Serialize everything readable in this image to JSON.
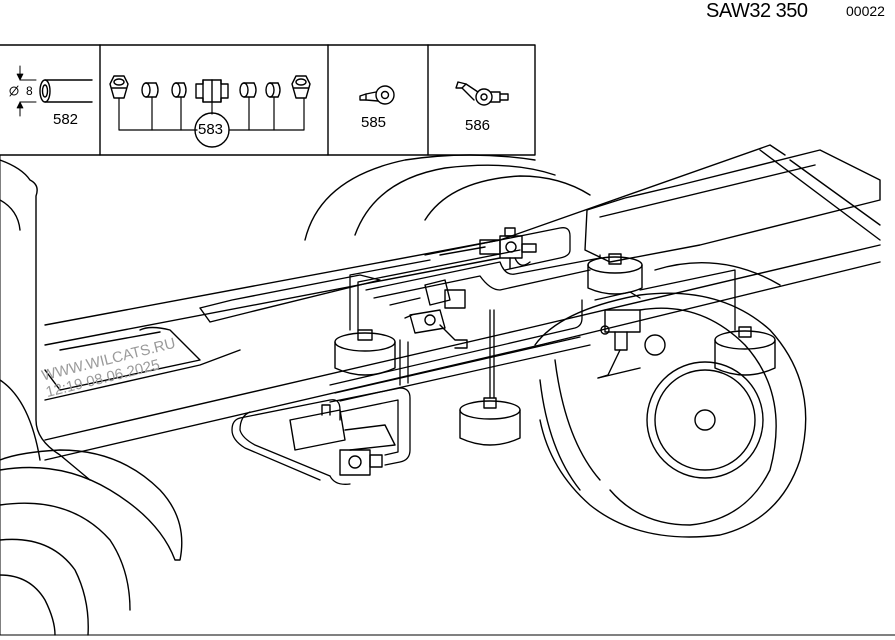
{
  "header": {
    "drawing_code": "SAW32 350",
    "page_number": "00022"
  },
  "parts": [
    {
      "id": "582",
      "dimension": "8"
    },
    {
      "id": "583"
    },
    {
      "id": "585"
    },
    {
      "id": "586"
    }
  ],
  "watermark": {
    "line1": "WWW.WILCATS.RU",
    "line2": "12:19 08.06.2025"
  }
}
